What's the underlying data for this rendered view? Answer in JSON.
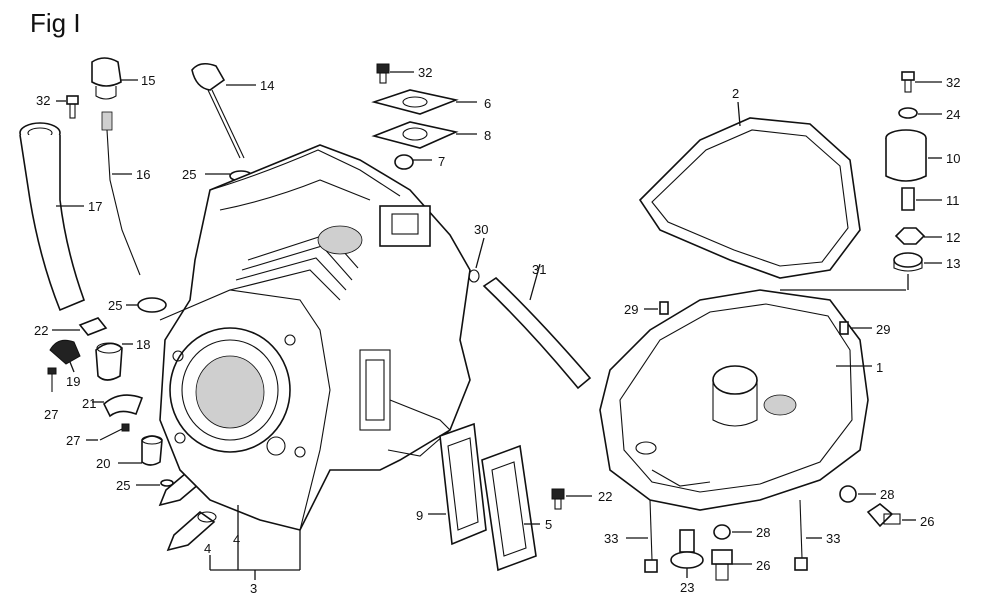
{
  "figure": {
    "title": "Fig I"
  },
  "callouts": [
    {
      "id": "c32a",
      "text": "32"
    },
    {
      "id": "c15",
      "text": "15"
    },
    {
      "id": "c14",
      "text": "14"
    },
    {
      "id": "c32b",
      "text": "32"
    },
    {
      "id": "c6",
      "text": "6"
    },
    {
      "id": "c8",
      "text": "8"
    },
    {
      "id": "c7",
      "text": "7"
    },
    {
      "id": "c2",
      "text": "2"
    },
    {
      "id": "c32c",
      "text": "32"
    },
    {
      "id": "c24",
      "text": "24"
    },
    {
      "id": "c10",
      "text": "10"
    },
    {
      "id": "c11",
      "text": "11"
    },
    {
      "id": "c12",
      "text": "12"
    },
    {
      "id": "c13",
      "text": "13"
    },
    {
      "id": "c16",
      "text": "16"
    },
    {
      "id": "c25a",
      "text": "25"
    },
    {
      "id": "c17",
      "text": "17"
    },
    {
      "id": "c30",
      "text": "30"
    },
    {
      "id": "c31",
      "text": "31"
    },
    {
      "id": "c25b",
      "text": "25"
    },
    {
      "id": "c22a",
      "text": "22"
    },
    {
      "id": "c18",
      "text": "18"
    },
    {
      "id": "c19",
      "text": "19"
    },
    {
      "id": "c29a",
      "text": "29"
    },
    {
      "id": "c29b",
      "text": "29"
    },
    {
      "id": "c1",
      "text": "1"
    },
    {
      "id": "c21",
      "text": "21"
    },
    {
      "id": "c27a",
      "text": "27"
    },
    {
      "id": "c27b",
      "text": "27"
    },
    {
      "id": "c20",
      "text": "20"
    },
    {
      "id": "c25c",
      "text": "25"
    },
    {
      "id": "c22b",
      "text": "22"
    },
    {
      "id": "c28a",
      "text": "28"
    },
    {
      "id": "c26a",
      "text": "26"
    },
    {
      "id": "c9",
      "text": "9"
    },
    {
      "id": "c5",
      "text": "5"
    },
    {
      "id": "c4a",
      "text": "4"
    },
    {
      "id": "c4b",
      "text": "4"
    },
    {
      "id": "c3",
      "text": "3"
    },
    {
      "id": "c33a",
      "text": "33"
    },
    {
      "id": "c28b",
      "text": "28"
    },
    {
      "id": "c33b",
      "text": "33"
    },
    {
      "id": "c23",
      "text": "23"
    },
    {
      "id": "c26b",
      "text": "26"
    }
  ]
}
